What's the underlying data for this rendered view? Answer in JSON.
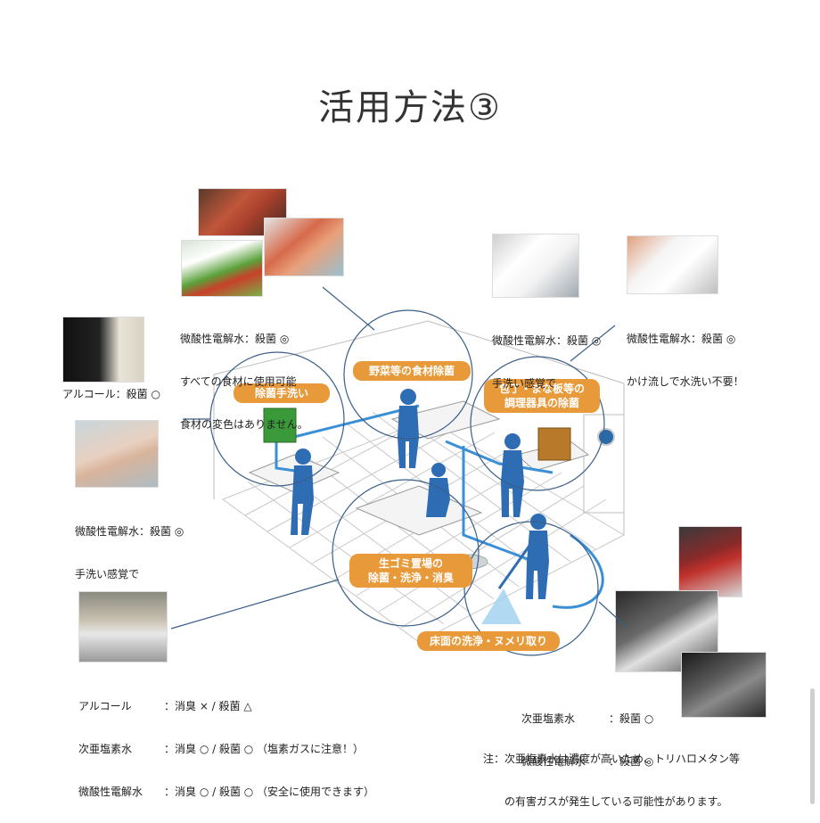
{
  "title": "活用方法③",
  "badges": {
    "handwash": "除菌手洗い",
    "vegetables": "野菜等の食材除菌",
    "utensils_line1": "包丁・まな板等の",
    "utensils_line2": "調理器具の除菌",
    "garbage_line1": "生ゴミ置場の",
    "garbage_line2": "除菌・洗浄・消臭",
    "floor": "床面の洗浄・ヌメリ取り"
  },
  "captions": {
    "food_line1": "微酸性電解水：殺菌 ◎",
    "food_line2": "すべての食材に使用可能",
    "food_line3": "食材の変色はありません。",
    "board1_line1": "微酸性電解水：殺菌 ◎",
    "board1_line2": "手洗い感覚で",
    "board2_line1": "微酸性電解水：殺菌 ◎",
    "board2_line2": "かけ流しで水洗い不要！",
    "alcohol": "アルコール：殺菌 ○",
    "hands_line1": "微酸性電解水：殺菌 ◎",
    "hands_line2": "手洗い感覚で",
    "bottom_table": [
      {
        "name": "アルコール",
        "value": "：消臭 × / 殺菌 △"
      },
      {
        "name": "次亜塩素水",
        "value": "：消臭 ○ / 殺菌 ○ （塩素ガスに注意！）"
      },
      {
        "name": "微酸性電解水",
        "value": "：消臭 ○ / 殺菌 ○ （安全に使用できます）"
      }
    ],
    "right_table": [
      {
        "name": "次亜塩素水",
        "value": "：殺菌 ○"
      },
      {
        "name": "微酸性電解水",
        "value": "：殺菌 ◎"
      }
    ],
    "note_line1": "注：次亜塩素水は濃度が高いため、トリハロメタン等",
    "note_line2": "の有害ガスが発生している可能性があります。"
  },
  "colors": {
    "badge": "#e89a3a",
    "circle": "#3a5f8a",
    "figure": "#2e6db4",
    "pipe": "#3b8fd6",
    "tank_green": "#3a9a3a",
    "tank_brown": "#b87a2a"
  }
}
